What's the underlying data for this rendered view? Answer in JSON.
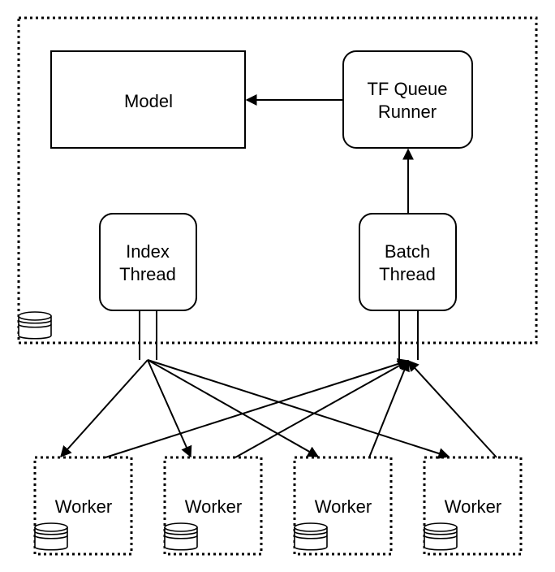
{
  "nodes": {
    "model": "Model",
    "queue_runner": [
      "TF Queue",
      "Runner"
    ],
    "index_thread": [
      "Index",
      "Thread"
    ],
    "batch_thread": [
      "Batch",
      "Thread"
    ],
    "workers": [
      "Worker",
      "Worker",
      "Worker",
      "Worker"
    ]
  },
  "icons": {
    "storage": "database-icon"
  }
}
